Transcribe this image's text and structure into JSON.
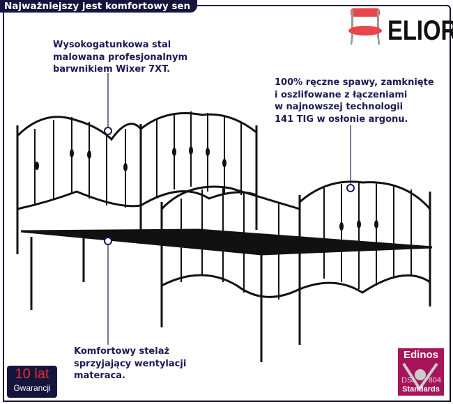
{
  "header": {
    "title": "Najważniejszy jest komfortowy sen"
  },
  "brand": {
    "name": "ELIOR",
    "icon": "chair-icon"
  },
  "notes": {
    "steel": "Wysokogatunkowa stal\nmalowana profesjonalnym\nbarwnikiem Wixer 7XT.",
    "welds": "100% ręczne spawy, zamknięte\ni oszlifowane z łączeniami\nw najnowszej technologii\n141 TIG w osłonie argonu.",
    "slats": "Komfortowy stelaż\nsprzyjający wentylacji\nmateraca."
  },
  "warranty": {
    "big": "10 lat",
    "small": "Gwarancji"
  },
  "certificate": {
    "top": "Edinos",
    "left": "DSI",
    "right": "804",
    "bottom": "Standards"
  },
  "colors": {
    "navy": "#14143c",
    "text": "#1a1a55",
    "red": "#e8302c",
    "magenta": "#a8145a"
  }
}
